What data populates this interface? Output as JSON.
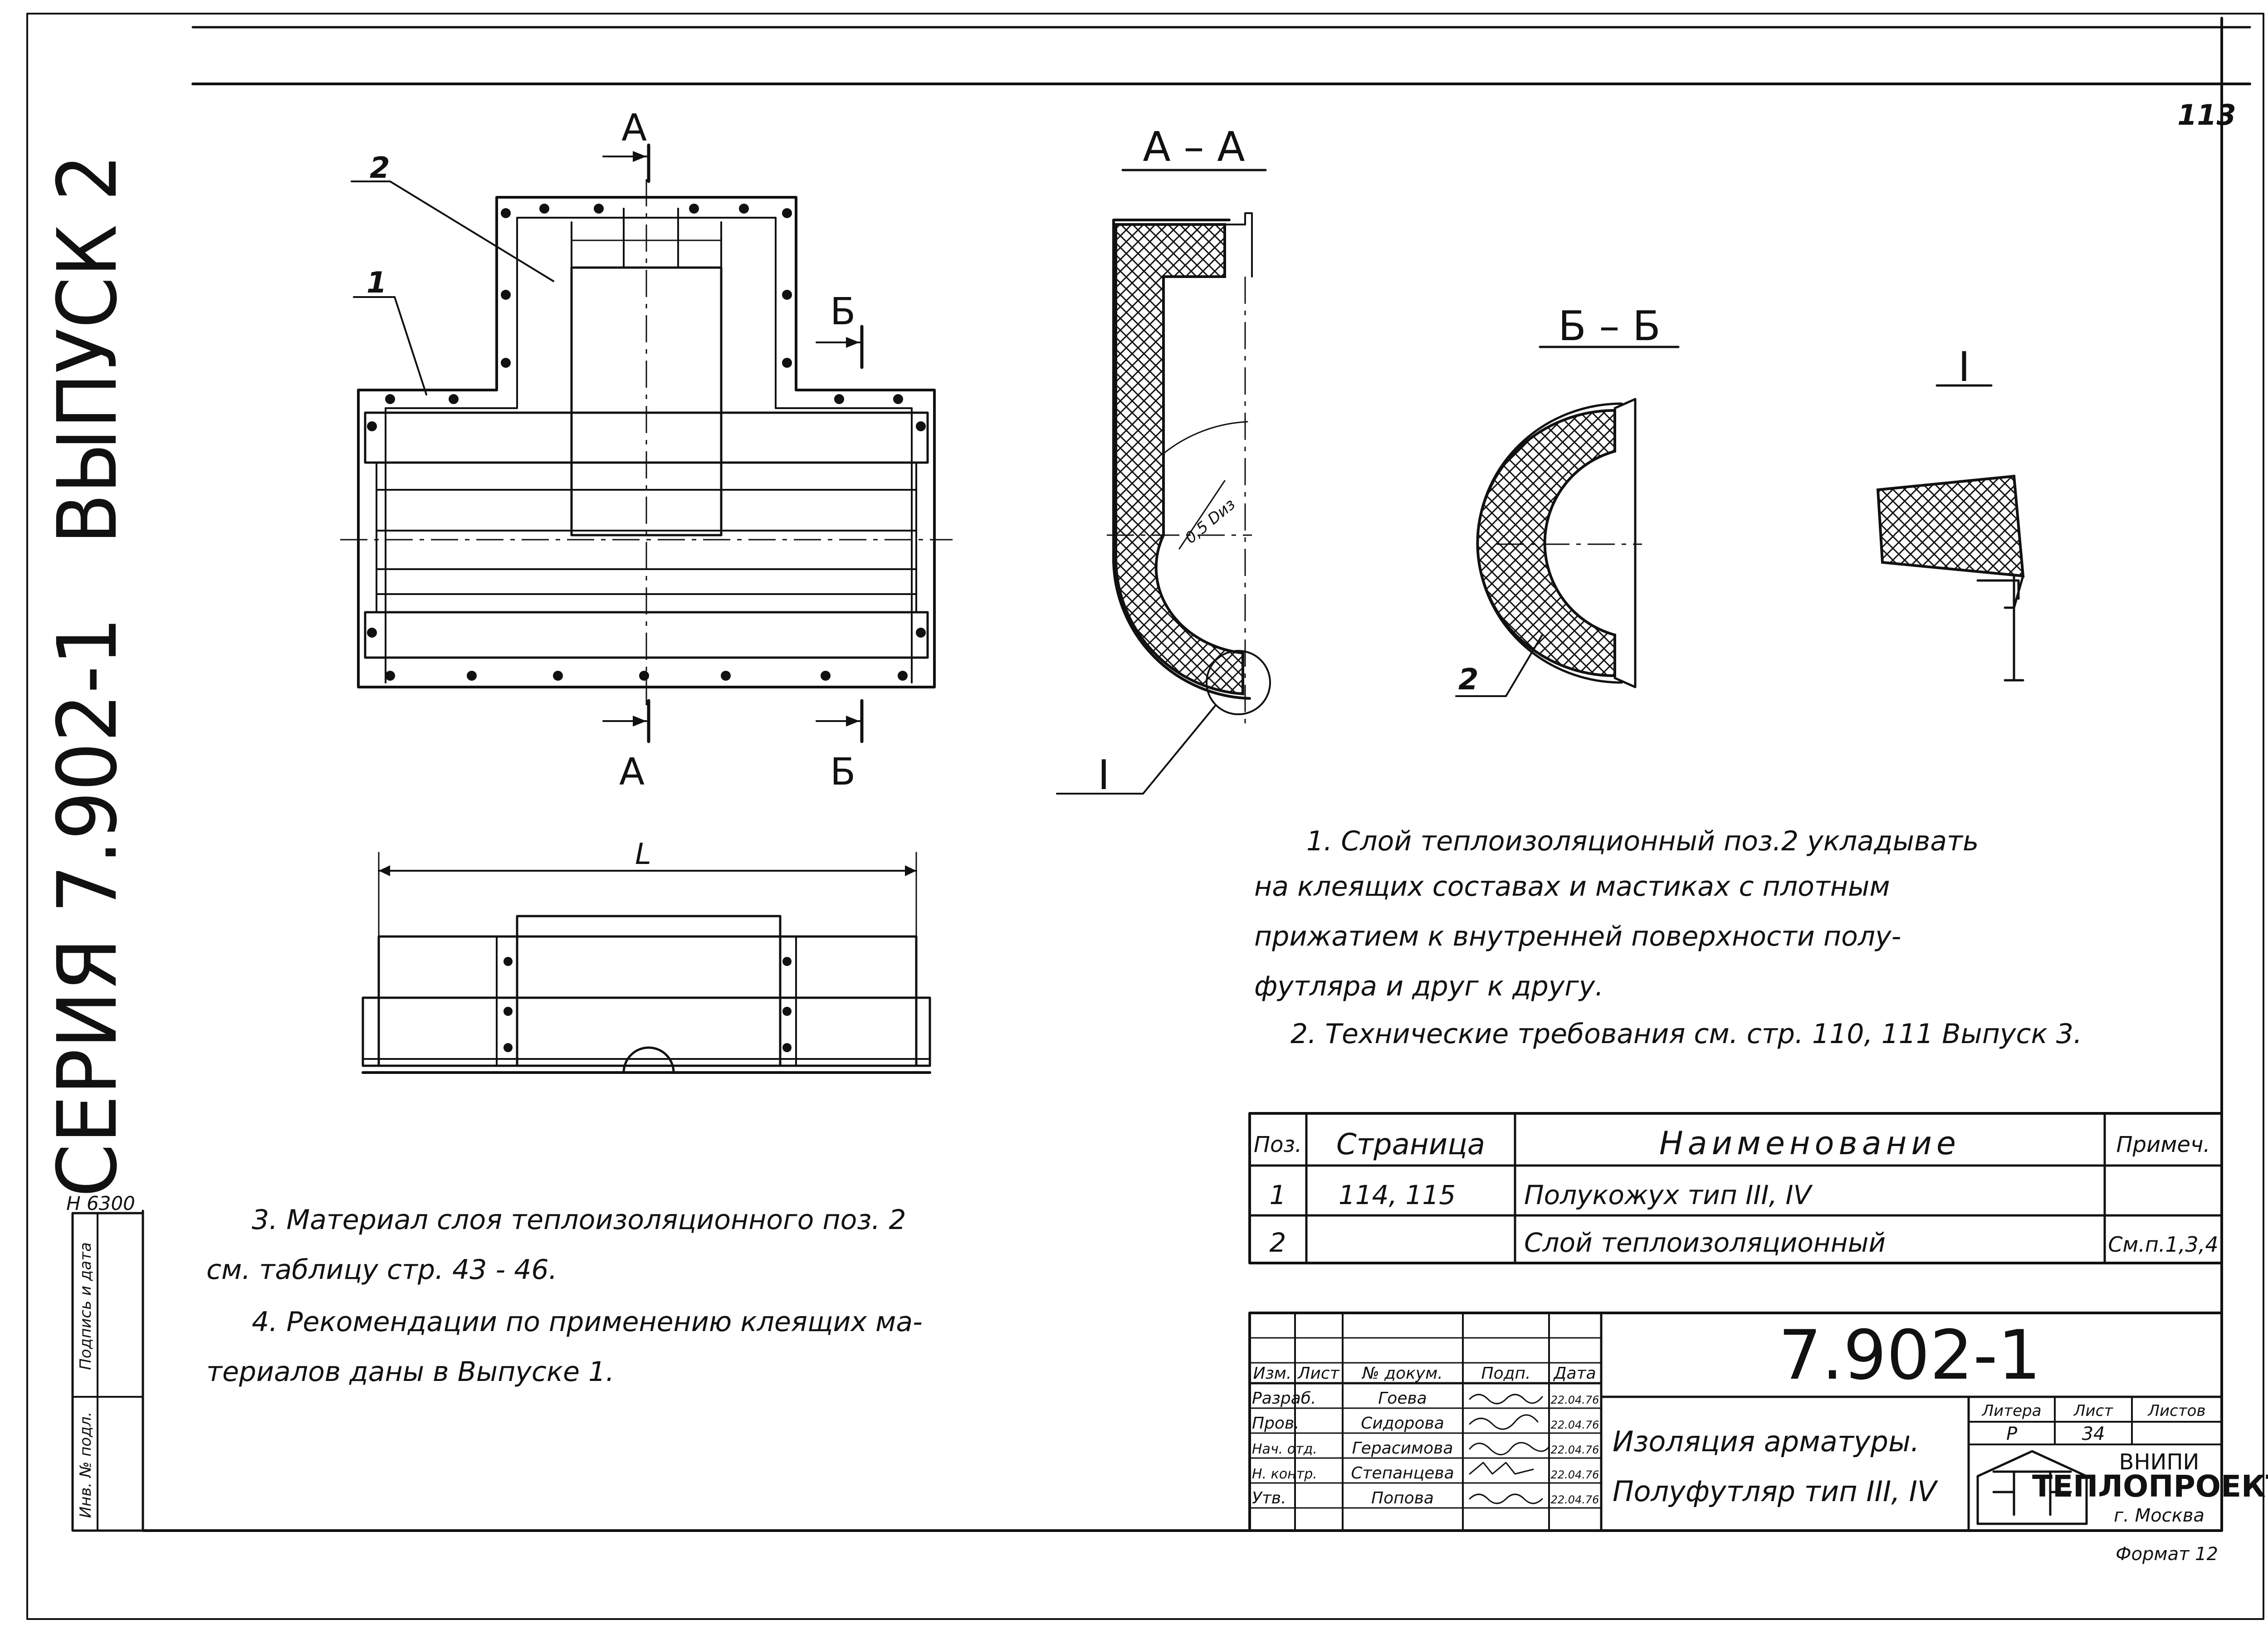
{
  "sheet": {
    "page_number": "113",
    "side_series": "СЕРИЯ 7.902-1",
    "side_issue": "ВЫПУСК 2",
    "inventory_no": "Н 6300",
    "stamp_col_signature": "Подпись и дата",
    "stamp_col_inv": "Инв. № подл."
  },
  "plan_view": {
    "callout_2": "2",
    "callout_1": "1",
    "section_a_top": "А",
    "section_a_bottom": "А",
    "section_b_top": "Б",
    "section_b_bottom": "Б",
    "dim_l": "L"
  },
  "section_aa": {
    "title": "А – А",
    "dim_label": "0,5 Dиз",
    "detail_callout": "I"
  },
  "section_bb": {
    "title": "Б – Б",
    "callout_2": "2"
  },
  "detail_i": {
    "title": "I"
  },
  "notes_right": [
    "1. Слой теплоизоляционный поз.2 укладывать",
    "на клеящих составах и мастиках с плотным",
    "прижатием к внутренней поверхности полу-",
    "футляра  и друг к другу.",
    "2. Технические требования см. стр. 110, 111 Выпуск 3."
  ],
  "notes_left": [
    "3. Материал слоя теплоизоляционного поз. 2",
    "см. таблицу стр. 43 - 46.",
    "4. Рекомендации по применению клеящих ма-",
    "териалов даны в Выпуске 1."
  ],
  "spec_table": {
    "headers": [
      "Поз.",
      "Страница",
      "Наименование",
      "Примеч."
    ],
    "rows": [
      [
        "1",
        "114, 115",
        "Полукожух тип III, IV",
        ""
      ],
      [
        "2",
        "",
        "Слой теплоизоляционный",
        "См.п.1,3,4"
      ]
    ]
  },
  "title_block": {
    "doc_number": "7.902-1",
    "role_headers": [
      "Изм.",
      "Лист",
      "№ докум.",
      "Подп.",
      "Дата"
    ],
    "staff": [
      {
        "role": "Разраб.",
        "name": "Гоева",
        "date": "22.04.76"
      },
      {
        "role": "Пров.",
        "name": "Сидорова",
        "date": "22.04.76"
      },
      {
        "role": "Нач. отд.",
        "name": "Герасимова",
        "date": "22.04.76"
      },
      {
        "role": "Н. контр.",
        "name": "Степанцева",
        "date": "22.04.76"
      },
      {
        "role": "Утв.",
        "name": "Попова",
        "date": "22.04.76"
      }
    ],
    "title_line1": "Изоляция арматуры.",
    "title_line2": "Полуфутляр тип III, IV",
    "litera_label": "Литера",
    "sheet_label": "Лист",
    "sheets_label": "Листов",
    "litera_value": "Р",
    "sheet_value": "34",
    "org_line1": "ВНИПИ",
    "org_line2": "ТЕПЛОПРОЕКТ",
    "org_city": "г. Москва",
    "format_label": "Формат 12"
  },
  "colors": {
    "ink": "#111111",
    "paper": "#ffffff"
  }
}
